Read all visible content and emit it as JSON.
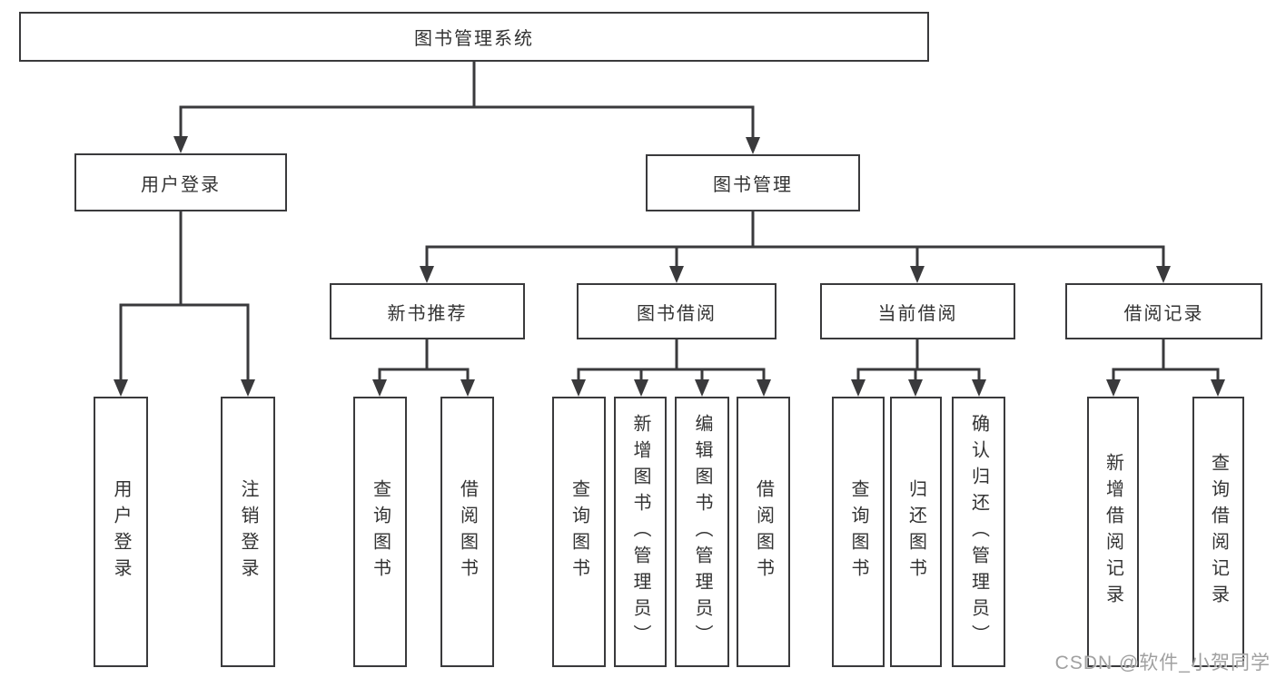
{
  "tree": {
    "label": "图书管理系统",
    "children": [
      {
        "label": "用户登录",
        "children": [
          {
            "label": "用户登录"
          },
          {
            "label": "注销登录"
          }
        ]
      },
      {
        "label": "图书管理",
        "children": [
          {
            "label": "新书推荐",
            "children": [
              {
                "label": "查询图书"
              },
              {
                "label": "借阅图书"
              }
            ]
          },
          {
            "label": "图书借阅",
            "children": [
              {
                "label": "查询图书"
              },
              {
                "label": "新增图书（管理员）"
              },
              {
                "label": "编辑图书（管理员）"
              },
              {
                "label": "借阅图书"
              }
            ]
          },
          {
            "label": "当前借阅",
            "children": [
              {
                "label": "查询图书"
              },
              {
                "label": "归还图书"
              },
              {
                "label": "确认归还（管理员）"
              }
            ]
          },
          {
            "label": "借阅记录",
            "children": [
              {
                "label": "新增借阅记录"
              },
              {
                "label": "查询借阅记录"
              }
            ]
          }
        ]
      }
    ]
  },
  "watermark": {
    "text": "CSDN @软件_小贺同学"
  },
  "colors": {
    "line": "#3a3a3c",
    "text": "#333333",
    "box_background": "#ffffff",
    "page_background": "#ffffff",
    "watermark": "#a0a0a0"
  }
}
